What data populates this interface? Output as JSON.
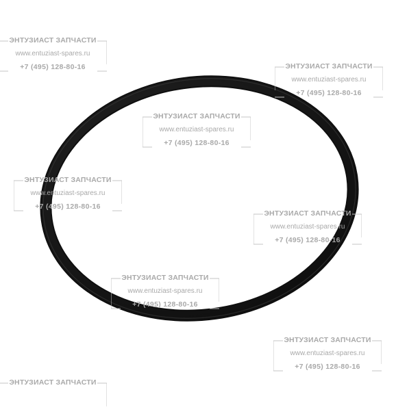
{
  "watermark": {
    "title": "ЭНТУЗИАСТ ЗАПЧАСТИ",
    "url": "www.entuziast-spares.ru",
    "phone": "+7 (495) 128-80-16"
  },
  "colors": {
    "ring": "#141414",
    "watermark": "#a9a9a9",
    "background": "#ffffff"
  }
}
